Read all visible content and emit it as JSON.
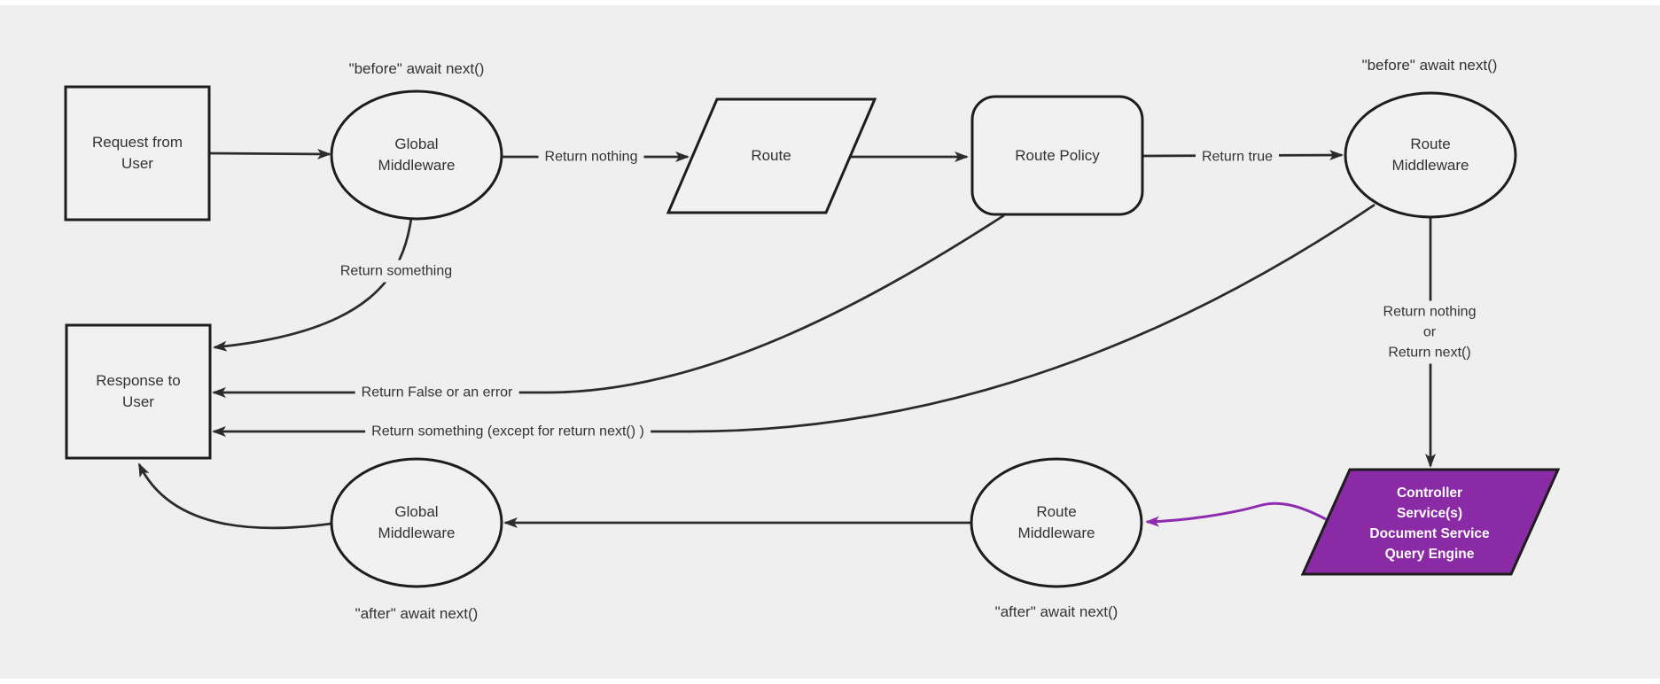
{
  "colors": {
    "bg": "#efefef",
    "node_fill": "#f1f1f1",
    "stroke": "#1d1d1d",
    "edge": "#2b2b2b",
    "text": "#333333",
    "purple_fill": "#8b2aa5",
    "purple_edge": "#8f2bb0"
  },
  "diagram": {
    "nodes": {
      "request": {
        "label": "Request from\nUser"
      },
      "global_mw_top": {
        "label": "Global\nMiddleware",
        "annotation": "\"before\" await next()"
      },
      "route": {
        "label": "Route"
      },
      "route_policy": {
        "label": "Route Policy"
      },
      "route_mw_top": {
        "label": "Route\nMiddleware",
        "annotation": "\"before\" await next()"
      },
      "response": {
        "label": "Response to\nUser"
      },
      "global_mw_bottom": {
        "label": "Global\nMiddleware",
        "annotation": "\"after\" await next()"
      },
      "route_mw_bottom": {
        "label": "Route\nMiddleware",
        "annotation": "\"after\" await next()"
      },
      "controller": {
        "label": "Controller\nService(s)\nDocument Service\nQuery Engine"
      }
    },
    "edge_labels": {
      "return_nothing": "Return nothing",
      "return_true": "Return true",
      "return_something": "Return something",
      "return_false": "Return False or an error",
      "return_something_except": "Return something (except for return next() )",
      "return_nothing_or_next": "Return nothing\nor\nReturn next()"
    }
  }
}
